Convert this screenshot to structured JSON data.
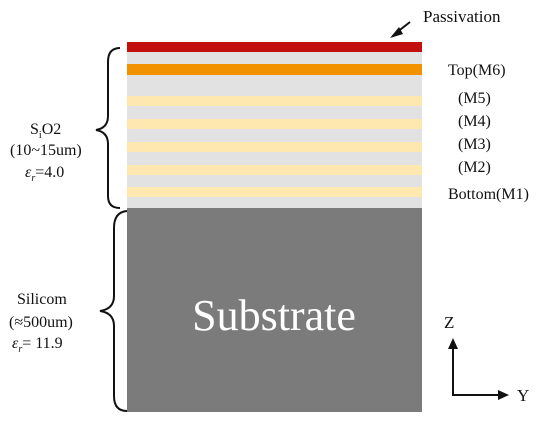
{
  "layers": {
    "passivation_label": "Passivation",
    "metal_labels": [
      "Top(M6)",
      "(M5)",
      "(M4)",
      "(M3)",
      "(M2)",
      "Bottom(M1)"
    ]
  },
  "oxide": {
    "material_base": "S",
    "material_sub": "i",
    "material_suffix": "O2",
    "thickness": "(10~15um)",
    "permittivity_symbol": "ε",
    "permittivity_sub": "r",
    "permittivity_value": "=4.0"
  },
  "silicon": {
    "material": "Silicom",
    "thickness": "(≈500um)",
    "permittivity_symbol": "ε",
    "permittivity_sub": "r",
    "permittivity_value": "= 11.9"
  },
  "substrate_label": "Substrate",
  "axes": {
    "z_label": "Z",
    "y_label": "Y"
  },
  "colors": {
    "passivation": "#c40f0f",
    "top_metal": "#f39200",
    "inner_metal": "#ffe8b0",
    "oxide": "#e2e2e2",
    "substrate": "#7b7b7b",
    "substrate_text": "#ffffff"
  }
}
